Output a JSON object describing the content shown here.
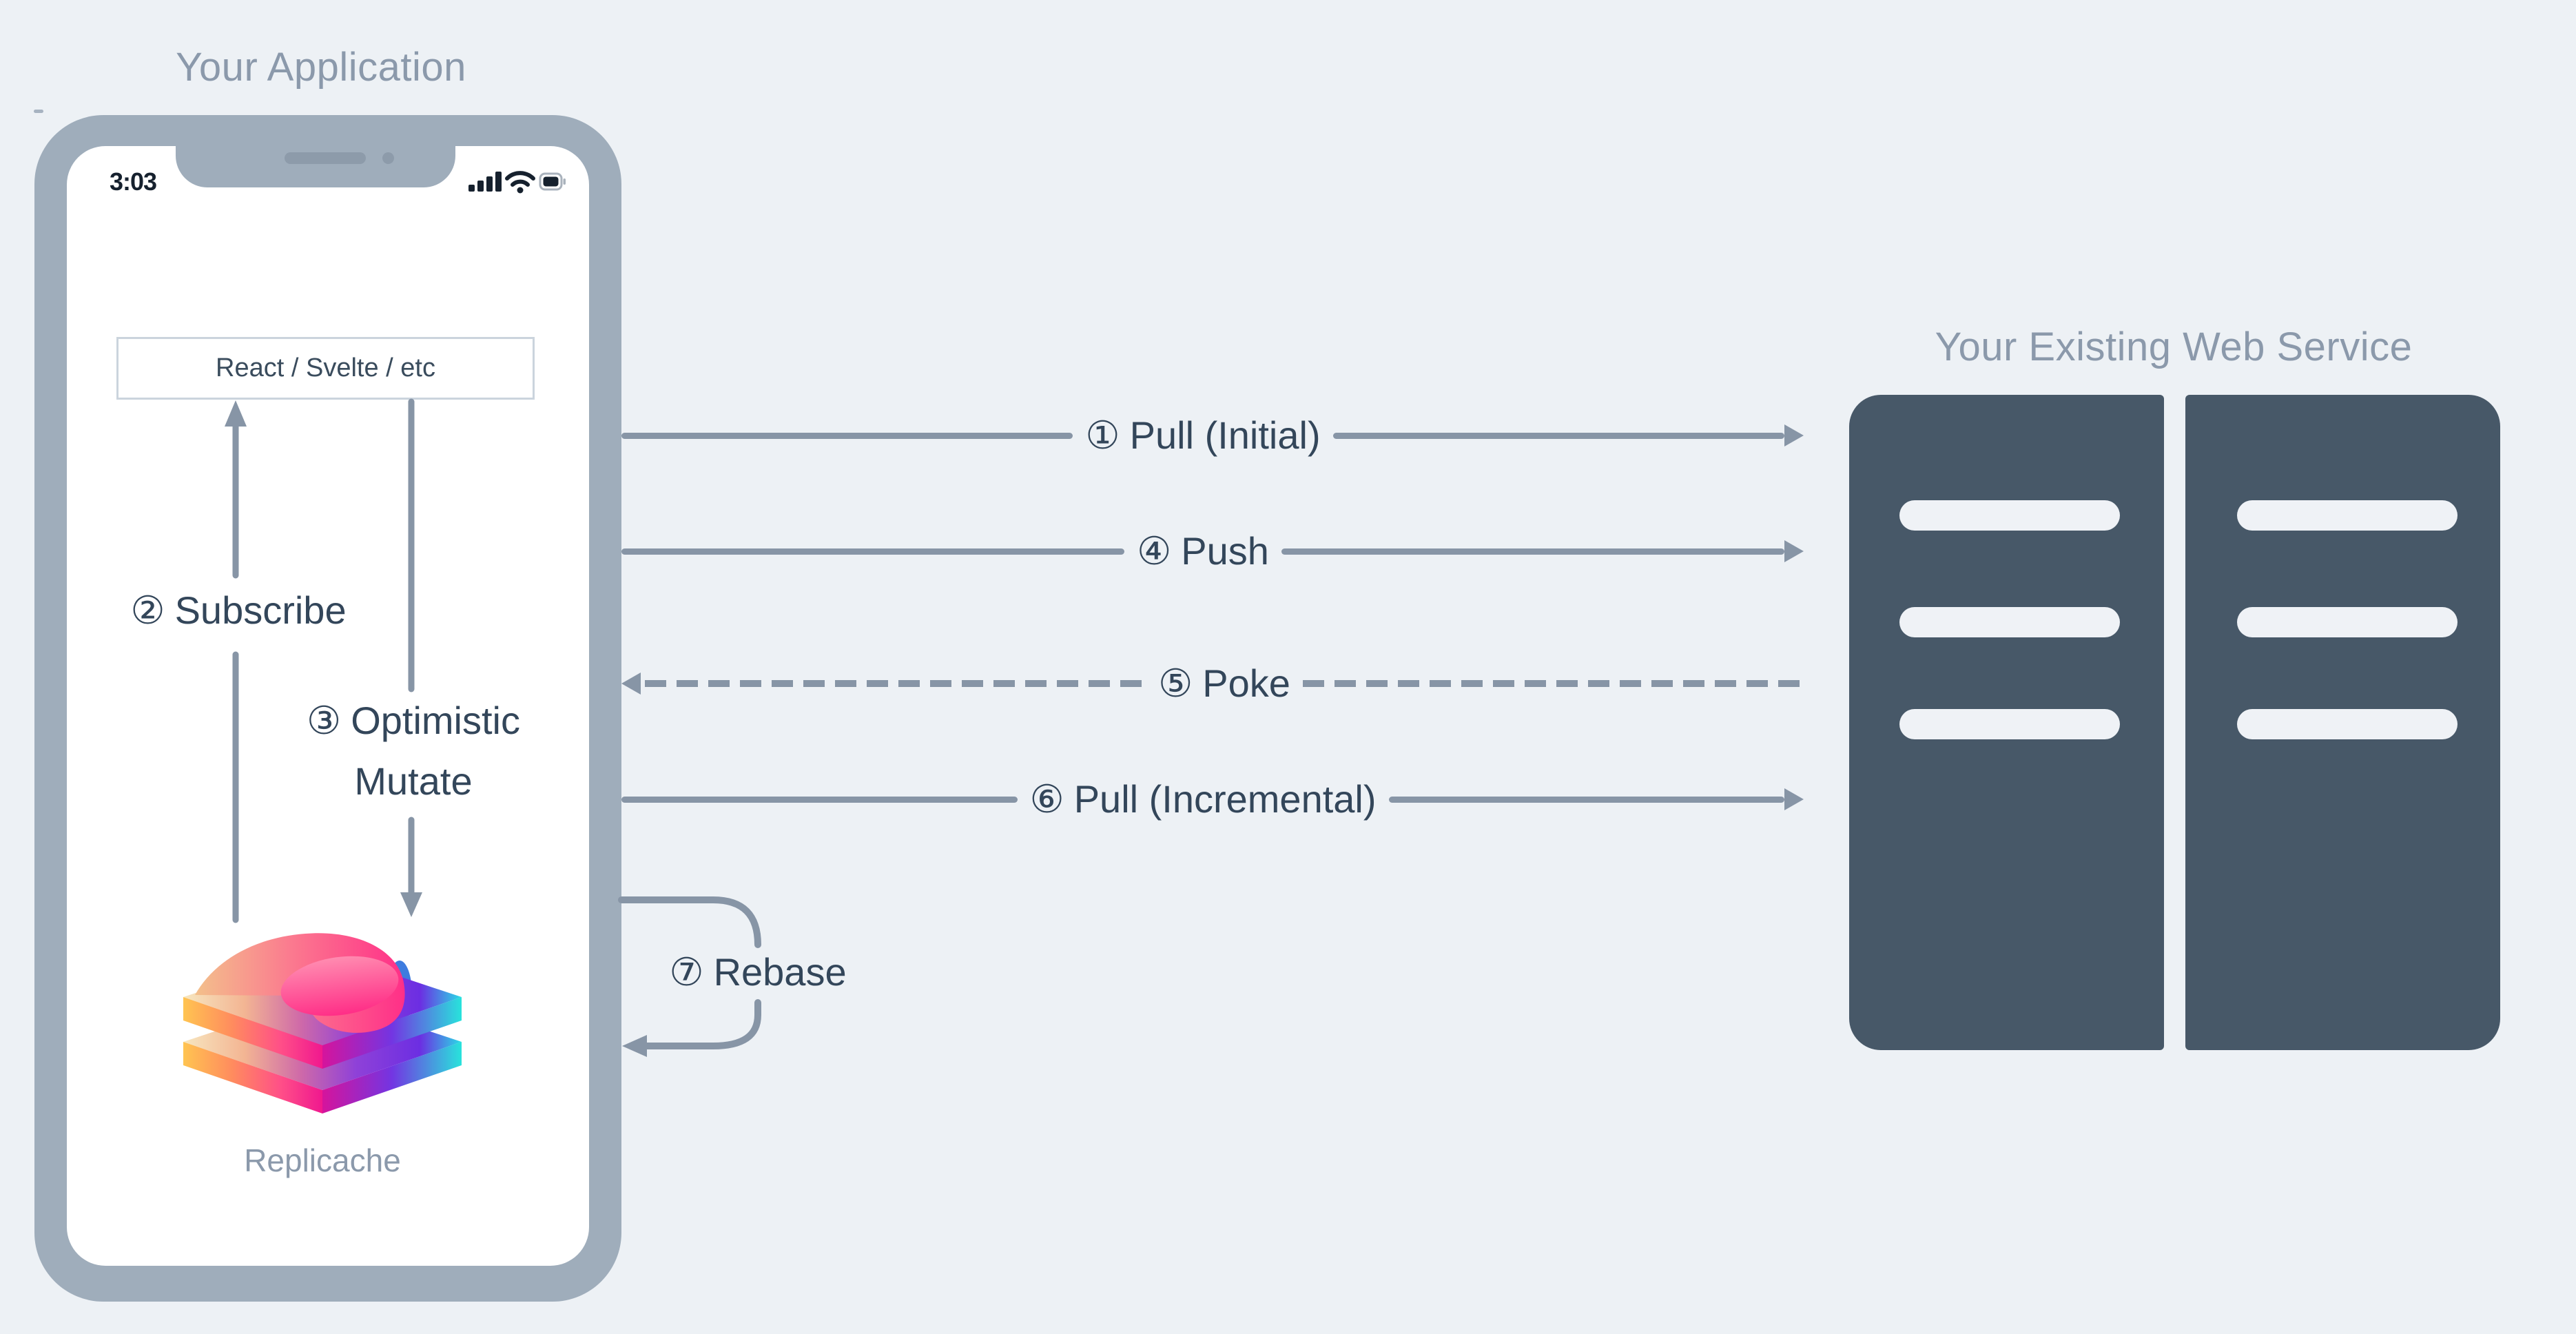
{
  "app": {
    "title": "Your Application",
    "status_time": "3:03",
    "status_icons": [
      "cellular-signal",
      "wifi",
      "battery"
    ],
    "framework_box": "React / Svelte / etc",
    "logo_label": "Replicache",
    "internal_flows": [
      {
        "num": "②",
        "label": "Subscribe"
      },
      {
        "num": "③",
        "label": "Optimistic Mutate",
        "lines": [
          "Optimistic",
          "Mutate"
        ]
      }
    ]
  },
  "service": {
    "title": "Your Existing Web Service"
  },
  "flows": [
    {
      "num": "①",
      "label": "Pull (Initial)",
      "line": "solid",
      "direction": "to-service"
    },
    {
      "num": "④",
      "label": "Push",
      "line": "solid",
      "direction": "to-service"
    },
    {
      "num": "⑤",
      "label": "Poke",
      "line": "dashed",
      "direction": "to-app"
    },
    {
      "num": "⑥",
      "label": "Pull (Incremental)",
      "line": "solid",
      "direction": "to-service"
    },
    {
      "num": "⑦",
      "label": "Rebase",
      "line": "loop",
      "direction": "loop"
    }
  ],
  "colors": {
    "background": "#edf1f5",
    "phone_bezel": "#9fadbb",
    "line": "#8795a6",
    "label_text": "#33465a",
    "heading_text": "#8b99ab",
    "server_fill": "#475868",
    "server_slot": "#eff2f6",
    "logo_pink": "#ff2e87",
    "logo_purple": "#7335e2",
    "logo_cyan": "#29dce6",
    "logo_yellow": "#ffc451",
    "logo_blue": "#3e7cdf"
  }
}
